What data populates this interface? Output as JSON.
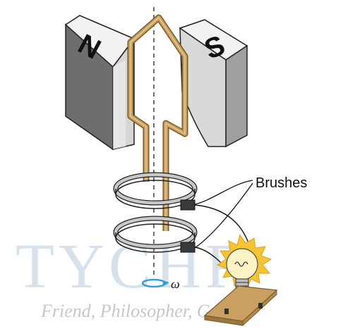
{
  "diagram": {
    "magnet_north_label": "N",
    "magnet_south_label": "S",
    "brushes_label": "Brushes",
    "rotation_symbol": "ω"
  },
  "watermark": {
    "title": "TYCHR",
    "tagline": "Friend, Philosopher, Guide"
  },
  "colors": {
    "coil": "#c9a062",
    "magnet_face": "#dcdcdc",
    "magnet_shadow": "#9a9a9a",
    "ring": "#b8b8b8",
    "rotation_arrow": "#2ea0d8",
    "bulb_glow": "#f6c431",
    "base": "#c9a062"
  }
}
